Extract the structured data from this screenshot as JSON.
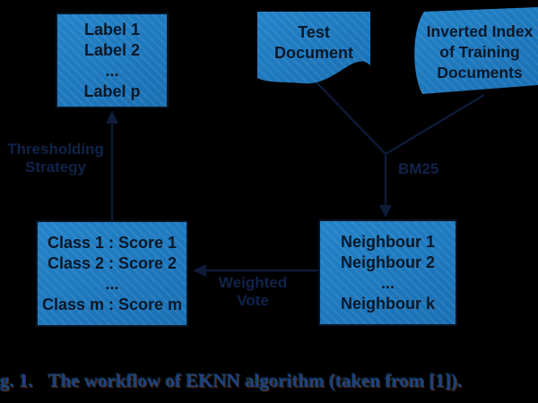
{
  "colors": {
    "background": "#000000",
    "box_fill": "#1d77bc",
    "box_border": "#0a1424",
    "connector_line": "#0e1c3a",
    "edge_label_text": "#10234a",
    "box_text": "#0a1828",
    "caption_text": "#1e4182"
  },
  "diagram": {
    "labels_box": {
      "lines": [
        "Label 1",
        "Label 2",
        "...",
        "Label p"
      ]
    },
    "test_document": {
      "lines": [
        "Test",
        "Document"
      ]
    },
    "inverted_index": {
      "lines": [
        "Inverted Index",
        "of Training",
        "Documents"
      ]
    },
    "class_scores_box": {
      "lines": [
        "Class 1 : Score 1",
        "Class 2 : Score 2",
        "...",
        "Class m : Score m"
      ]
    },
    "neighbours_box": {
      "lines": [
        "Neighbour 1",
        "Neighbour 2",
        "...",
        "Neighbour k"
      ]
    },
    "edge_labels": {
      "thresholding": {
        "line1": "Thresholding",
        "line2": "Strategy"
      },
      "bm25": {
        "label": "BM25"
      },
      "weighted_vote": {
        "line1": "Weighted",
        "line2": "Vote"
      }
    }
  },
  "caption": {
    "figure_label": "g. 1.",
    "text": "The workflow of EKNN algorithm (taken from [1])."
  }
}
